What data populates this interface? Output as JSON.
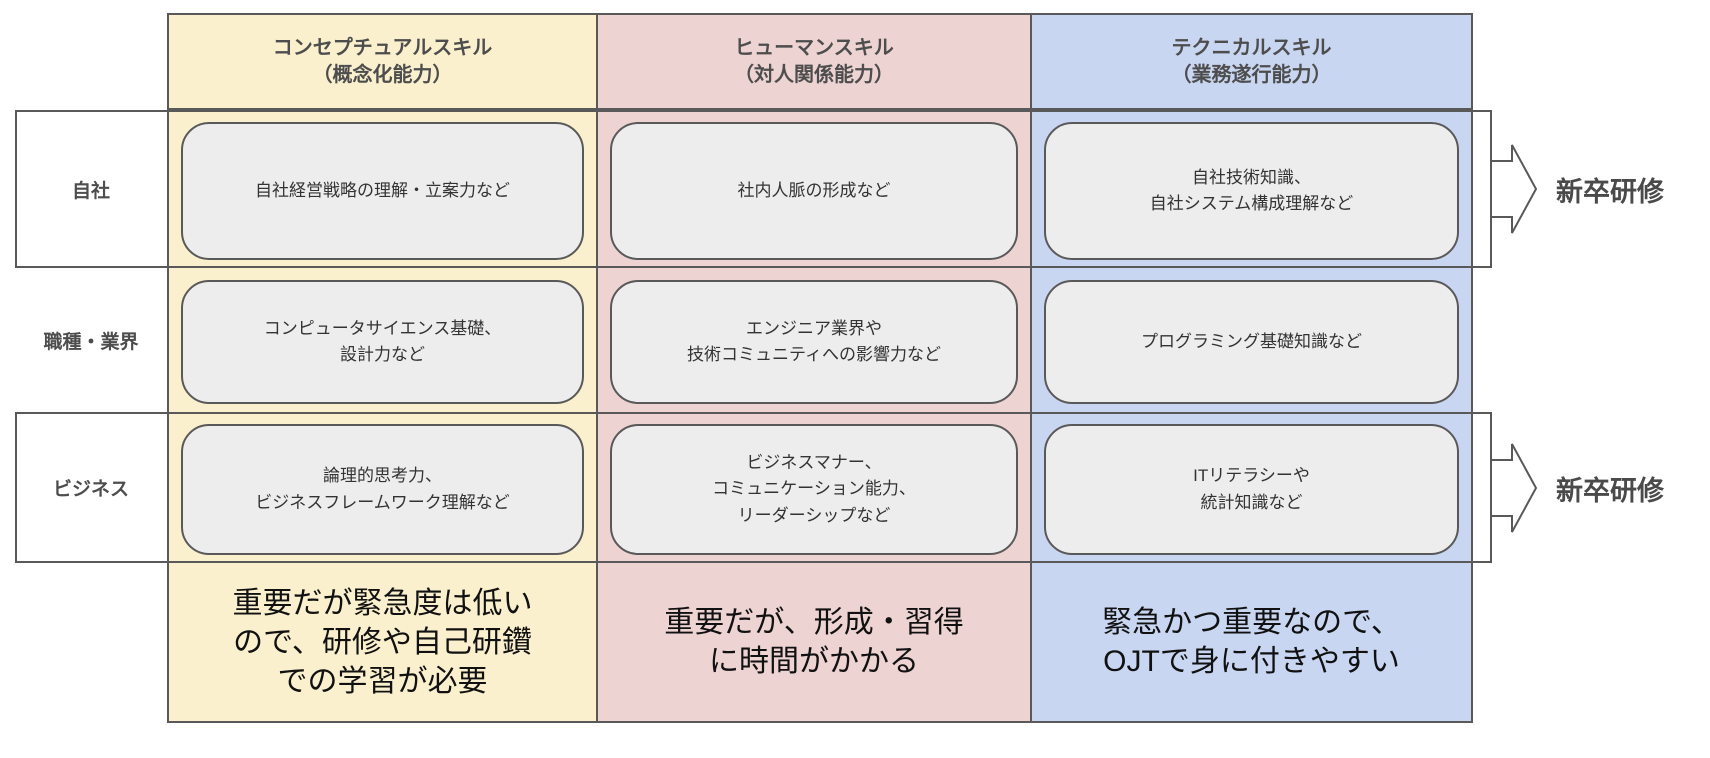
{
  "colors": {
    "conceptual_bg": "#faf0cd",
    "human_bg": "#eed3d3",
    "technical_bg": "#c9d6f1",
    "border": "#595959",
    "cellbox_bg": "#ededed"
  },
  "columns": [
    {
      "header": "コンセプチュアルスキル\n（概念化能力）",
      "color": "#faf0cd",
      "footer": "重要だが緊急度は低い\nので、研修や自己研鑽\nでの学習が必要"
    },
    {
      "header": "ヒューマンスキル\n（対人関係能力）",
      "color": "#eed3d3",
      "footer": "重要だが、形成・習得\nに時間がかかる"
    },
    {
      "header": "テクニカルスキル\n（業務遂行能力）",
      "color": "#c9d6f1",
      "footer": "緊急かつ重要なので、\nOJTで身に付きやすい"
    }
  ],
  "rows": [
    {
      "label": "自社",
      "cells": [
        "自社経営戦略の理解・立案力など",
        "社内人脈の形成など",
        "自社技術知識、\n自社システム構成理解など"
      ],
      "arrow_label": "新卒研修"
    },
    {
      "label": "職種・業界",
      "cells": [
        "コンピュータサイエンス基礎、\n設計力など",
        "エンジニア業界や\n技術コミュニティへの影響力など",
        "プログラミング基礎知識など"
      ]
    },
    {
      "label": "ビジネス",
      "cells": [
        "論理的思考力、\nビジネスフレームワーク理解など",
        "ビジネスマナー、\nコミュニケーション能力、\nリーダーシップなど",
        "ITリテラシーや\n統計知識など"
      ],
      "arrow_label": "新卒研修"
    }
  ]
}
